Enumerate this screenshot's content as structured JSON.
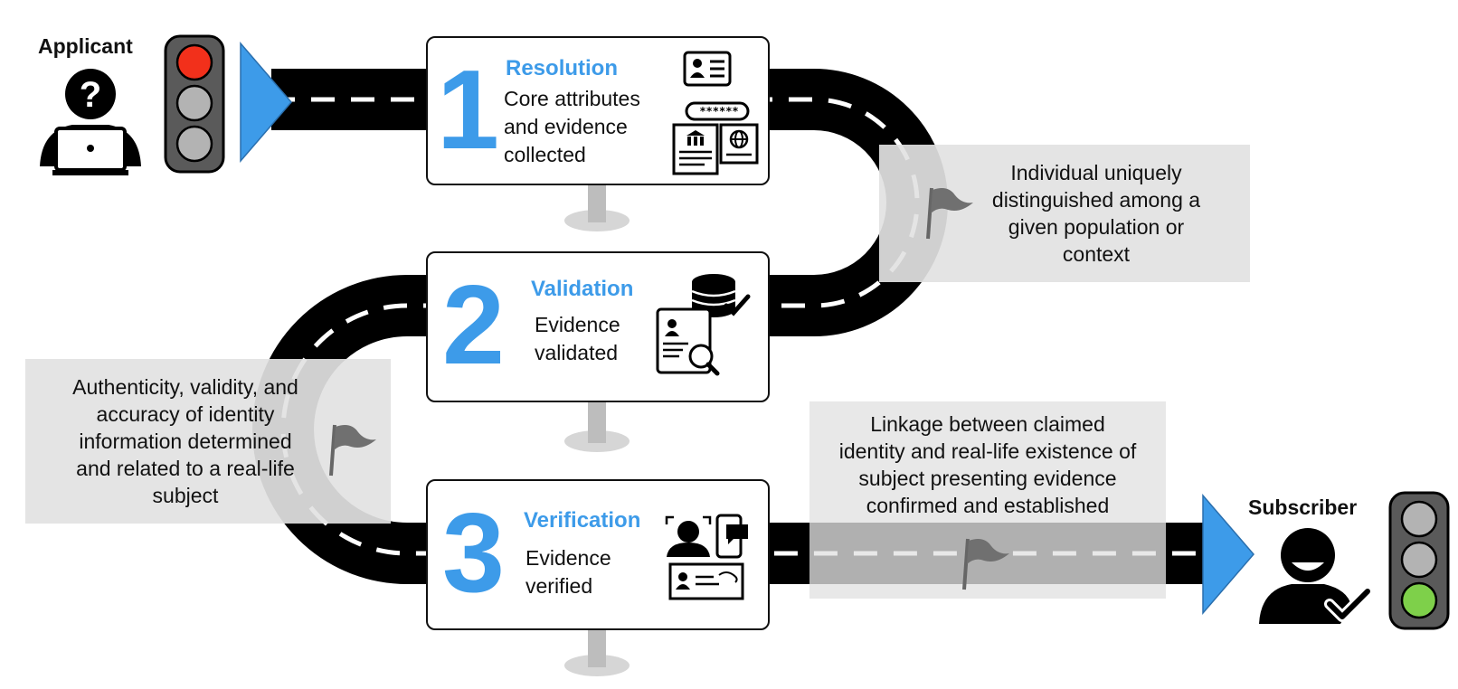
{
  "applicant": {
    "label": "Applicant",
    "icon": "applicant-question-laptop-icon"
  },
  "subscriber": {
    "label": "Subscriber",
    "icon": "subscriber-check-icon"
  },
  "steps": [
    {
      "number": "1",
      "title": "Resolution",
      "description": [
        "Core attributes",
        "and evidence",
        "collected"
      ],
      "password_mask": "******"
    },
    {
      "number": "2",
      "title": "Validation",
      "description": [
        "Evidence",
        "validated"
      ]
    },
    {
      "number": "3",
      "title": "Verification",
      "description": [
        "Evidence",
        "verified"
      ]
    }
  ],
  "callouts": [
    {
      "lines": [
        "Individual uniquely",
        "distinguished among a",
        "given population or",
        "context"
      ]
    },
    {
      "lines": [
        "Authenticity, validity, and",
        "accuracy of identity",
        "information determined",
        "and related to a real-life",
        "subject"
      ]
    },
    {
      "lines": [
        "Linkage between claimed",
        "identity and real-life existence of",
        "subject presenting evidence",
        "confirmed and established"
      ]
    }
  ],
  "colors": {
    "accent_blue": "#3d9be9",
    "road": "#000000",
    "callout_bg": "#e6e6e6",
    "light_red": "#f2301b",
    "light_green": "#7ed04a",
    "light_off": "#b3b3b3",
    "light_housing": "#5a5a5a"
  }
}
